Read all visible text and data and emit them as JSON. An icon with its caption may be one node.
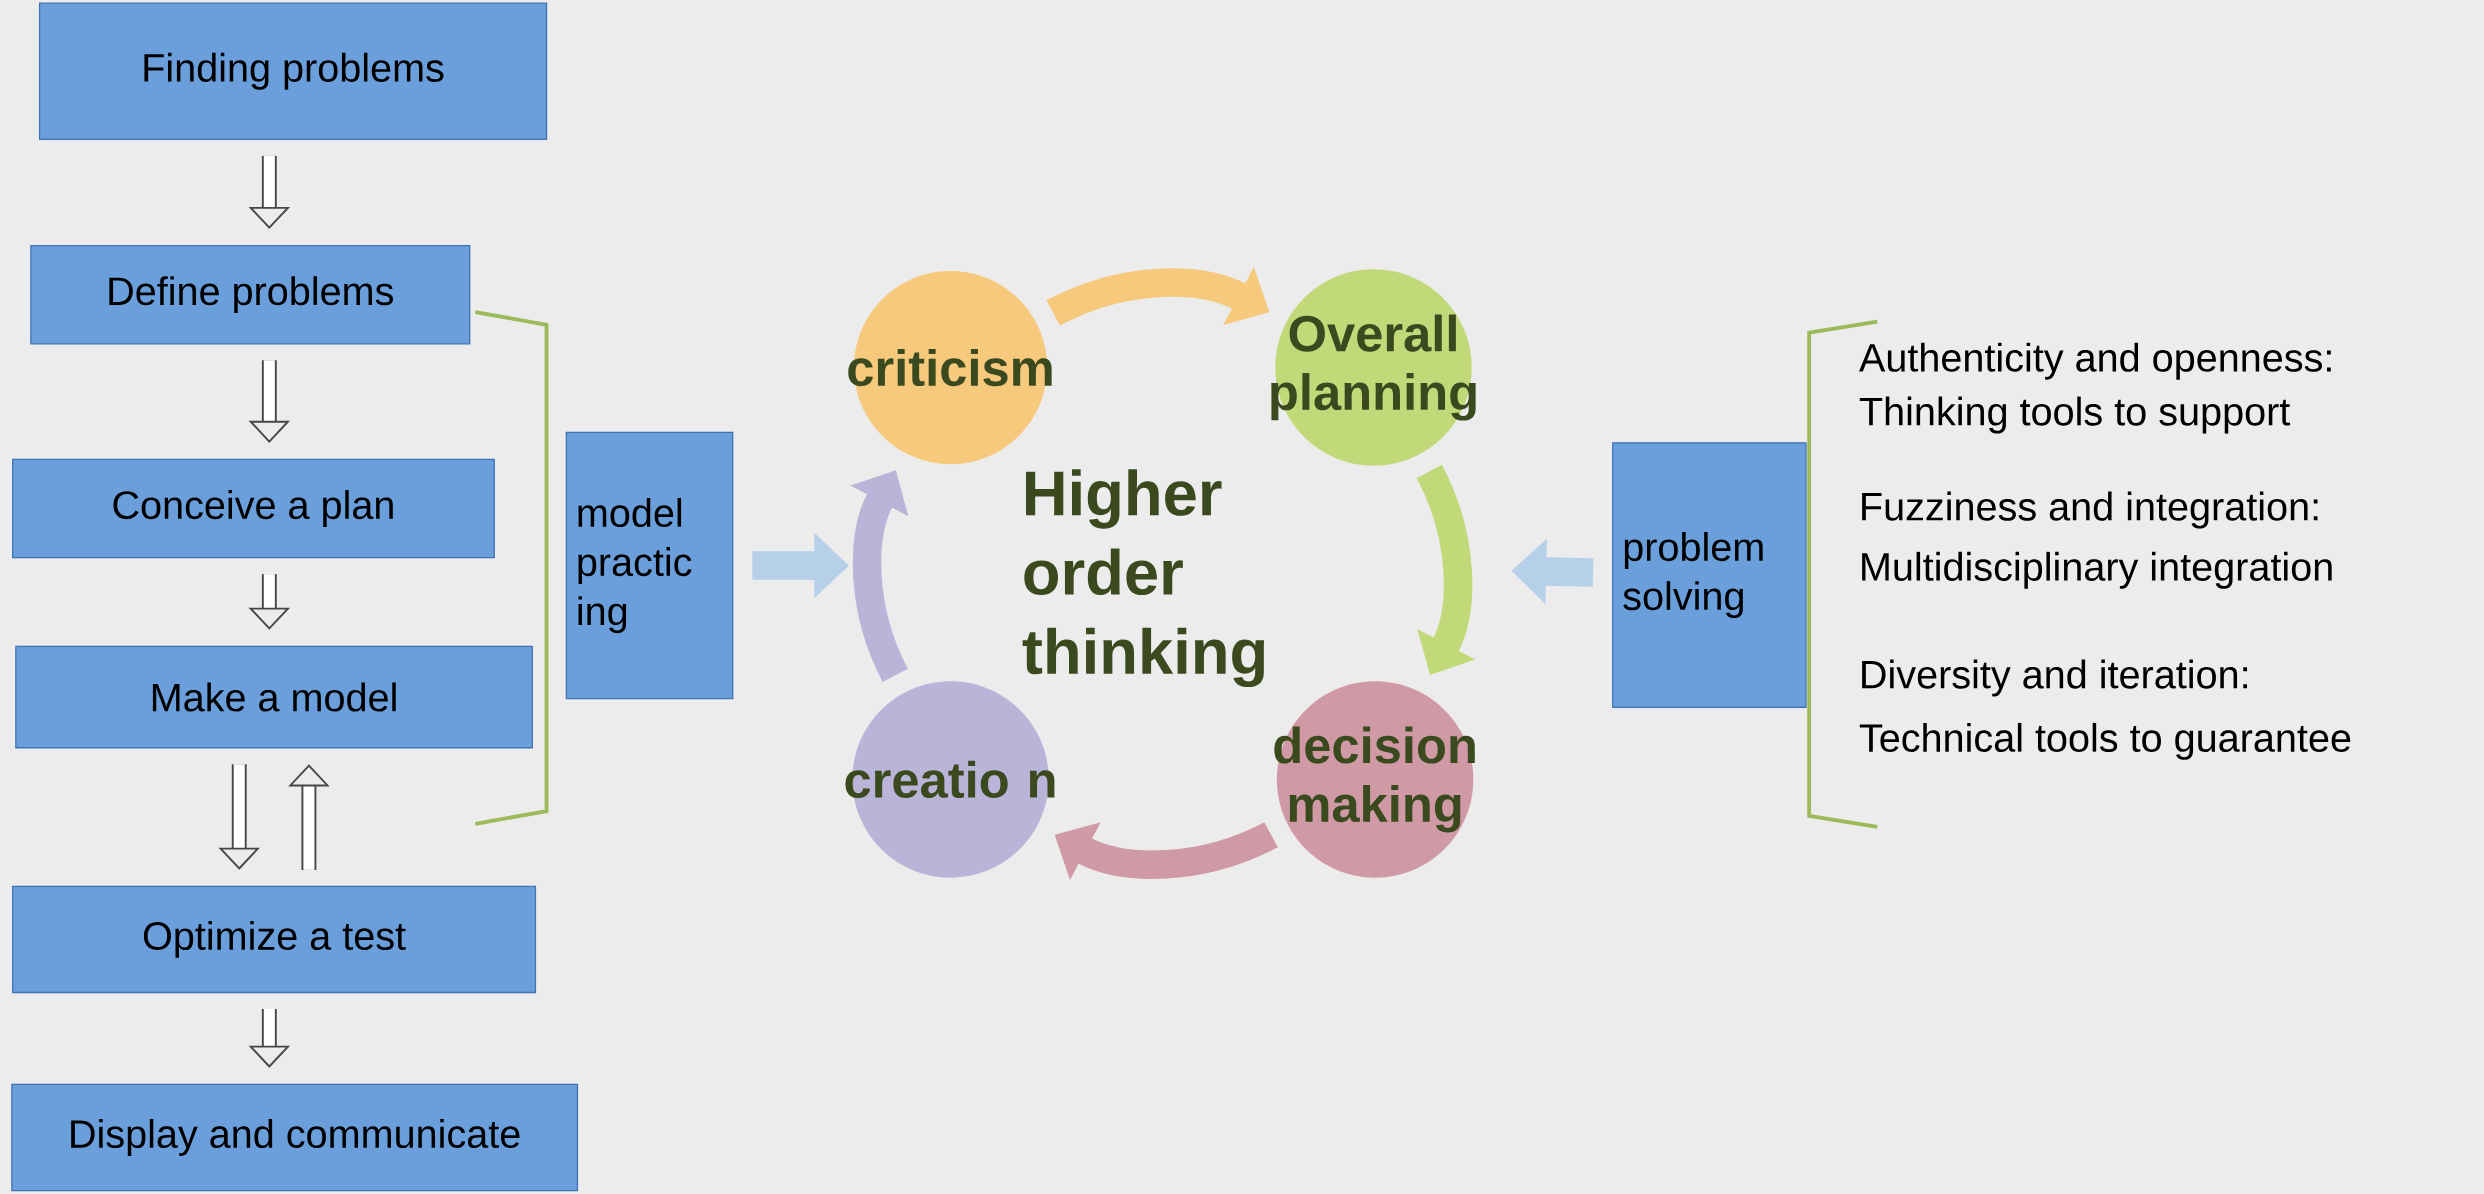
{
  "diagram": {
    "nodes": [
      {
        "text": [
          "Finding problems"
        ]
      },
      {
        "text": [
          "Define problems"
        ]
      },
      {
        "text": [
          "Conceive a plan"
        ]
      },
      {
        "text": [
          "Make a model"
        ]
      },
      {
        "text": [
          "Optimize a test"
        ]
      },
      {
        "text": [
          "Display and communicate"
        ]
      },
      {
        "text": [
          "model practic ing"
        ]
      },
      {
        "text": [
          "criticism"
        ]
      },
      {
        "text": [
          "Overall planning"
        ]
      },
      {
        "text": [
          "Higher order thinking"
        ]
      },
      {
        "text": [
          "problem solving"
        ]
      },
      {
        "text": [
          "creatio n"
        ]
      },
      {
        "text": [
          "decision making"
        ]
      }
    ],
    "edges": [
      {
        "from": 0,
        "to": 1,
        "arrow": "to"
      },
      {
        "from": 1,
        "to": 2,
        "arrow": "to"
      },
      {
        "from": 2,
        "to": 3,
        "arrow": "to"
      },
      {
        "from": 3,
        "to": 4,
        "arrow": "to"
      },
      {
        "from": 4,
        "to": 3,
        "arrow": "to"
      },
      {
        "from": 4,
        "to": 5,
        "arrow": "to"
      },
      {
        "from": 6,
        "to": null,
        "arrow": "to",
        "style": "thick",
        "color": "#b7d0ea"
      },
      {
        "from": 10,
        "to": null,
        "arrow": "to",
        "style": "thick",
        "color": "#b7d0ea"
      },
      {
        "from": 7,
        "to": 8,
        "arrow": "to",
        "style": "thick",
        "color": "#f6c97d"
      },
      {
        "from": 8,
        "to": 12,
        "arrow": "to",
        "style": "thick",
        "color": "#c2d97a"
      },
      {
        "from": 12,
        "to": 11,
        "arrow": "to",
        "style": "thick",
        "color": "#cf9aa5"
      },
      {
        "from": 11,
        "to": 7,
        "arrow": "to",
        "style": "thick",
        "color": "#b9b4d8"
      }
    ],
    "labels": [
      "Authenticity and openness:",
      "Thinking tools to support",
      "Fuzziness and integration:",
      "Multidisciplinary integration",
      "Diversity and iteration:",
      "Technical tools to guarantee"
    ]
  }
}
